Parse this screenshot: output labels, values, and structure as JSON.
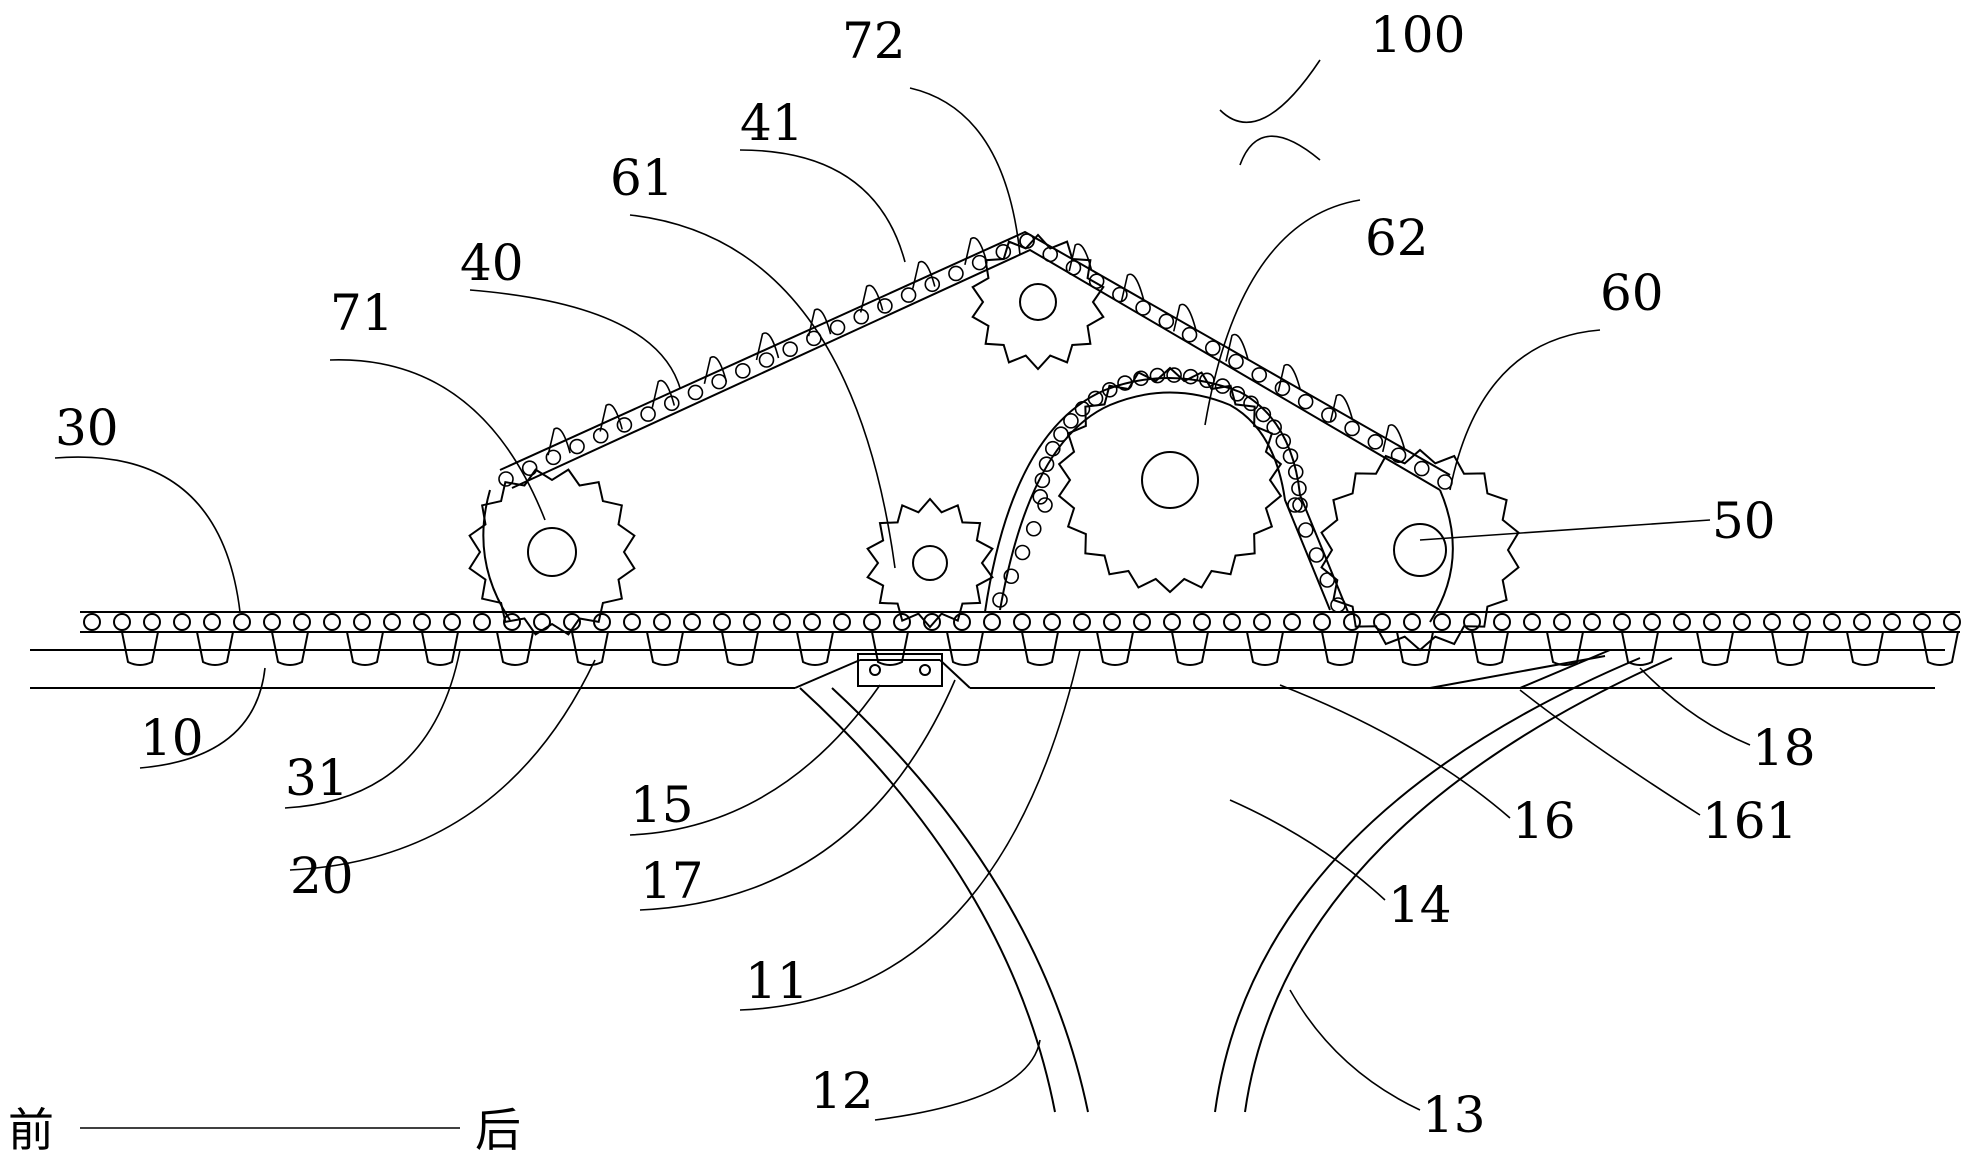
{
  "figure": {
    "colors": {
      "line": "#000000",
      "background": "#ffffff"
    },
    "labels": {
      "l100": "100",
      "l72": "72",
      "l41": "41",
      "l61": "61",
      "l62": "62",
      "l40": "40",
      "l71": "71",
      "l60": "60",
      "l30": "30",
      "l50": "50",
      "l10": "10",
      "l31": "31",
      "l15": "15",
      "l18": "18",
      "l16": "16",
      "l161": "161",
      "l20": "20",
      "l17": "17",
      "l14": "14",
      "l11": "11",
      "l12": "12",
      "l13": "13"
    },
    "direction": {
      "front": "前",
      "rear": "后"
    }
  }
}
